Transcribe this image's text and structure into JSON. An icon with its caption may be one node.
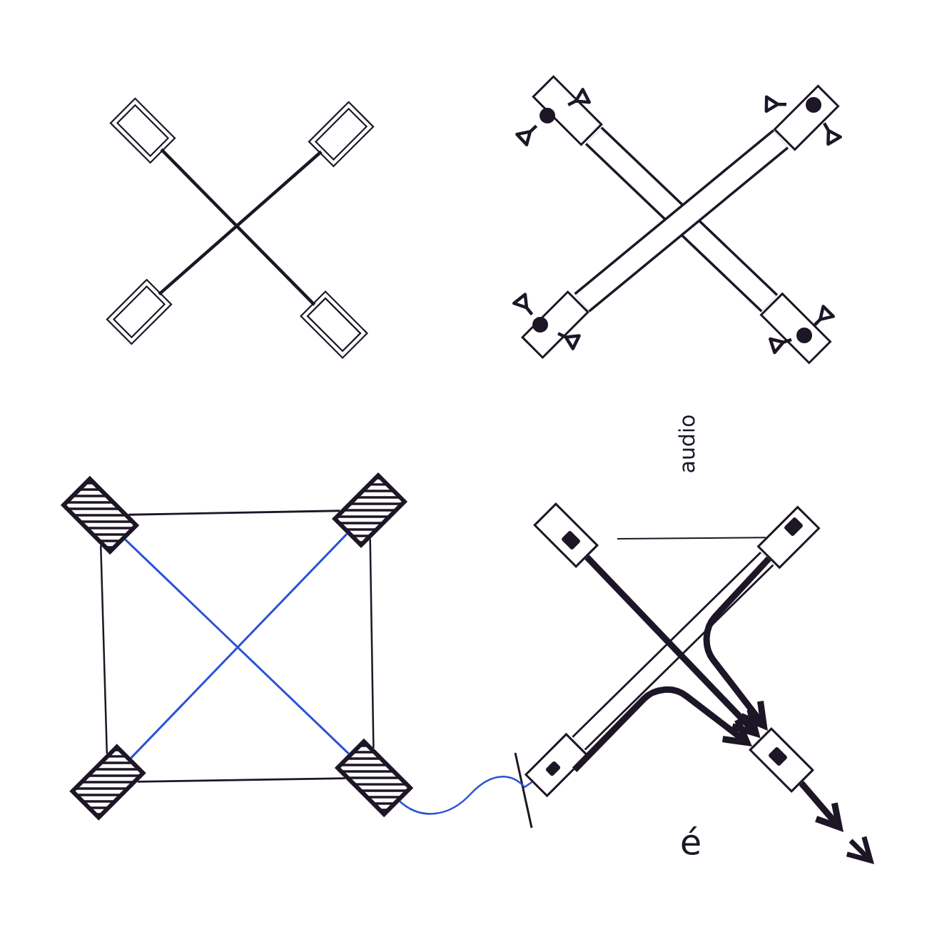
{
  "diagram": {
    "nodes": [
      {
        "text": [],
        "shape": "box"
      },
      {
        "text": [],
        "shape": "box"
      },
      {
        "text": [],
        "shape": "box"
      },
      {
        "text": [],
        "shape": "box"
      },
      {
        "text": [],
        "shape": "box"
      },
      {
        "text": [],
        "shape": "box"
      },
      {
        "text": [],
        "shape": "box"
      },
      {
        "text": [],
        "shape": "box"
      },
      {
        "text": [],
        "shape": "box"
      },
      {
        "text": [],
        "shape": "box"
      },
      {
        "text": [],
        "shape": "box"
      },
      {
        "text": [],
        "shape": "box"
      },
      {
        "text": [],
        "shape": "box"
      },
      {
        "text": [],
        "shape": "box"
      },
      {
        "text": [],
        "shape": "box"
      },
      {
        "text": [],
        "shape": "box"
      }
    ],
    "edges": [
      {
        "from": 0,
        "to": 3,
        "arrow": "none"
      },
      {
        "from": 1,
        "to": 2,
        "arrow": "none"
      },
      {
        "from": 4,
        "to": 7,
        "arrow": "none",
        "style": "thick"
      },
      {
        "from": 5,
        "to": 6,
        "arrow": "none",
        "style": "thick"
      },
      {
        "from": 8,
        "to": 9,
        "arrow": "none"
      },
      {
        "from": 8,
        "to": 10,
        "arrow": "none"
      },
      {
        "from": 9,
        "to": 11,
        "arrow": "none"
      },
      {
        "from": 10,
        "to": 11,
        "arrow": "none"
      },
      {
        "from": 8,
        "to": 11,
        "arrow": "none",
        "color": "#2a52d6"
      },
      {
        "from": 9,
        "to": 10,
        "arrow": "none",
        "color": "#2a52d6"
      },
      {
        "from": 11,
        "to": 14,
        "arrow": "none",
        "color": "#2a52d6"
      },
      {
        "from": 13,
        "to": 14,
        "arrow": "none",
        "style": "thick"
      },
      {
        "from": 12,
        "to": 15,
        "arrow": "to",
        "style": "thick"
      },
      {
        "from": 13,
        "to": 15,
        "arrow": "to",
        "style": "thick"
      },
      {
        "from": 14,
        "to": 15,
        "arrow": "to",
        "style": "thick"
      },
      {
        "from": 15,
        "to": null,
        "arrow": "to",
        "style": "thick"
      },
      {
        "from": null,
        "to": 13,
        "arrow": "none"
      }
    ],
    "labels": [
      "audio",
      "é"
    ]
  }
}
